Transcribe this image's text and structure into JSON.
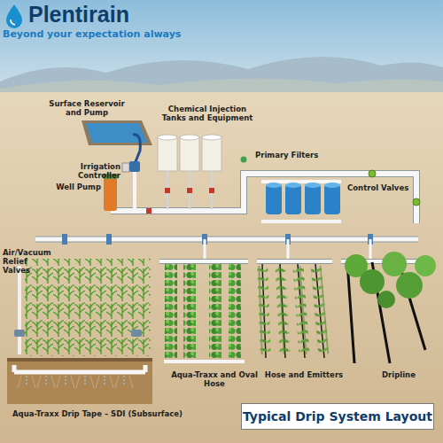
{
  "diagram": {
    "title": "Typical Drip System Layout",
    "labels": [
      "Plentirain",
      "Beyond your expectation always",
      "Surface Reservoir and Pump",
      "Chemical Injection Tanks and Equipment",
      "Irrigation Controller",
      "Well Pump",
      "Primary Filters",
      "Control Valves",
      "Air/Vacuum Relief Valves",
      "Aqua-Traxx Drip Tape – SDI (Subsurface)",
      "Aqua-Traxx and Oval Hose",
      "Hose and Emitters",
      "Dripline"
    ]
  }
}
